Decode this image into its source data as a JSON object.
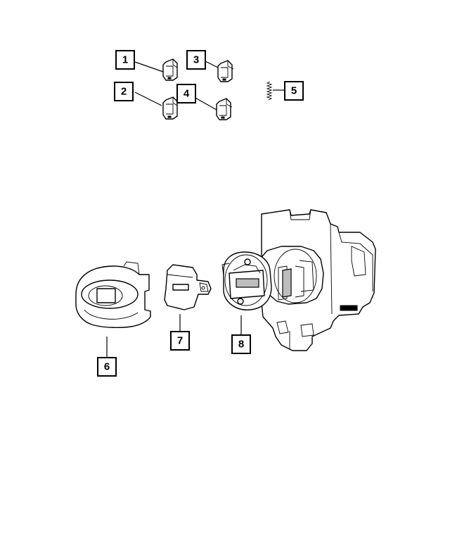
{
  "diagram": {
    "colors": {
      "line": "#000000",
      "fill": "#ffffff",
      "shade": "#bdbdbd"
    },
    "callouts": [
      {
        "id": "1",
        "label": "1"
      },
      {
        "id": "2",
        "label": "2"
      },
      {
        "id": "3",
        "label": "3"
      },
      {
        "id": "4",
        "label": "4"
      },
      {
        "id": "5",
        "label": "5"
      },
      {
        "id": "6",
        "label": "6"
      },
      {
        "id": "7",
        "label": "7"
      },
      {
        "id": "8",
        "label": "8"
      }
    ]
  }
}
